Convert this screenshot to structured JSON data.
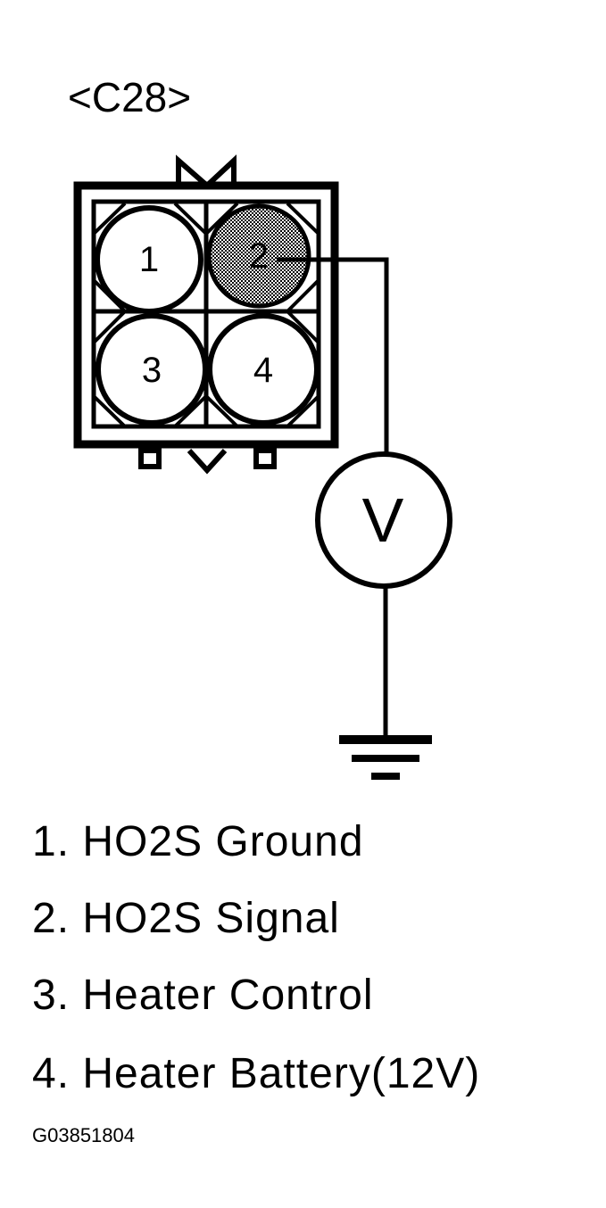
{
  "diagram": {
    "connector_id": "<C28>",
    "pins": [
      {
        "number": "1",
        "highlighted": false
      },
      {
        "number": "2",
        "highlighted": true
      },
      {
        "number": "3",
        "highlighted": false
      },
      {
        "number": "4",
        "highlighted": false
      }
    ],
    "meter_symbol": "V",
    "meter_icon": "voltmeter-icon",
    "ground_icon": "ground-icon",
    "connection": "Pin 2 to voltmeter to ground"
  },
  "legend": {
    "items": [
      "1. HO2S Ground",
      "2. HO2S Signal",
      "3. Heater Control",
      "4. Heater Battery(12V)"
    ]
  },
  "figure_id": "G03851804",
  "colors": {
    "line": "#000000",
    "background": "#ffffff",
    "highlight_fill": "#7a7a7a"
  }
}
